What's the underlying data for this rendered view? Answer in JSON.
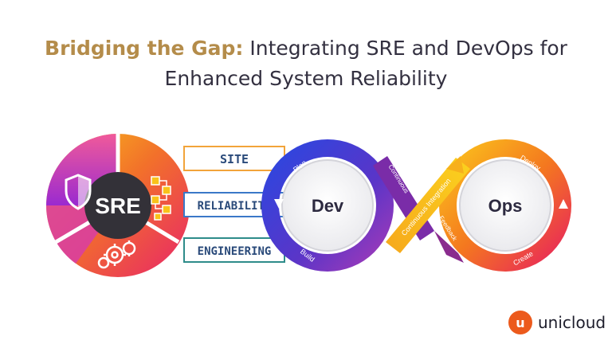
{
  "title": {
    "highlight": "Bridging the Gap:",
    "rest": " Integrating SRE and DevOps for",
    "line2": "Enhanced System Reliability"
  },
  "sre": {
    "center_label": "SRE",
    "boxes": [
      "SITE",
      "RELIABILITY",
      "ENGINEERING"
    ],
    "icons": [
      "shield-icon",
      "flowchart-icon",
      "gears-icon"
    ]
  },
  "devops": {
    "dev_label": "Dev",
    "ops_label": "Ops",
    "stages": {
      "plan": "Plan",
      "build": "Build",
      "deploy": "Deploy",
      "create": "Create",
      "continuous": "Continuous",
      "continuous_integration": "Continuous Integration",
      "feedback": "Feedback"
    }
  },
  "brand": {
    "logo_letter": "u",
    "name": "unicloud"
  },
  "colors": {
    "title_highlight": "#b48c4a",
    "dark": "#333040",
    "blue": "#2f3fd6",
    "purple": "#7a2ca8",
    "orange": "#f7a51c",
    "pink": "#e8246a",
    "teal": "#2e8c8a",
    "brand_orange": "#ec5a1c"
  }
}
